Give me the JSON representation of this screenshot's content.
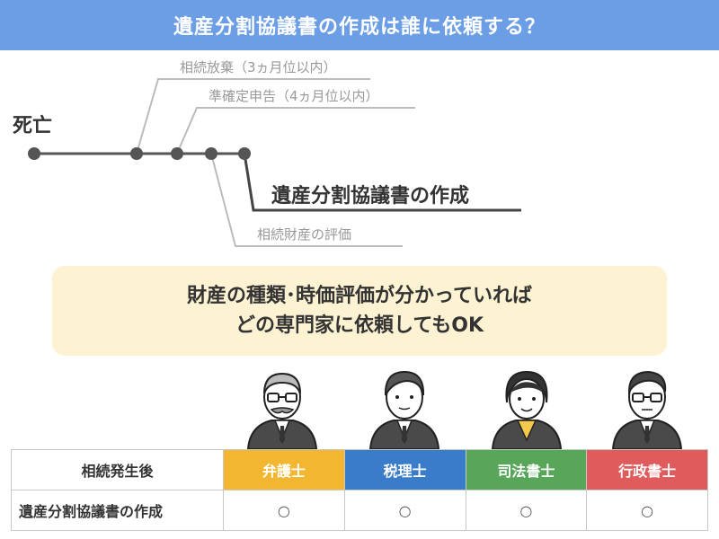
{
  "header": {
    "title": "遺産分割協議書の作成は誰に依頼する？"
  },
  "timeline": {
    "start_label": "死亡",
    "branches": {
      "renounce": "相続放棄（3ヵ月位以内）",
      "tax_return": "準確定申告（4ヵ月位以内）",
      "division_agreement": "遺産分割協議書の作成",
      "appraisal": "相続財産の評価"
    }
  },
  "callout": {
    "line1": "財産の種類･時価評価が分かっていれば",
    "line2": "どの専門家に依頼してもOK"
  },
  "table": {
    "corner": "相続発生後",
    "columns": [
      {
        "label": "弁護士",
        "color": "#f2b630"
      },
      {
        "label": "税理士",
        "color": "#3a7cc9"
      },
      {
        "label": "司法書士",
        "color": "#58a65a"
      },
      {
        "label": "行政書士",
        "color": "#e05b5b"
      }
    ],
    "rows": [
      {
        "label": "遺産分割協議書の作成",
        "values": [
          "○",
          "○",
          "○",
          "○"
        ]
      }
    ]
  },
  "colors": {
    "header_bg": "#6b9ee4",
    "callout_bg": "#fdf2d2"
  },
  "icons": [
    "lawyer-avatar-icon",
    "tax-accountant-avatar-icon",
    "judicial-scrivener-avatar-icon",
    "administrative-scrivener-avatar-icon"
  ]
}
